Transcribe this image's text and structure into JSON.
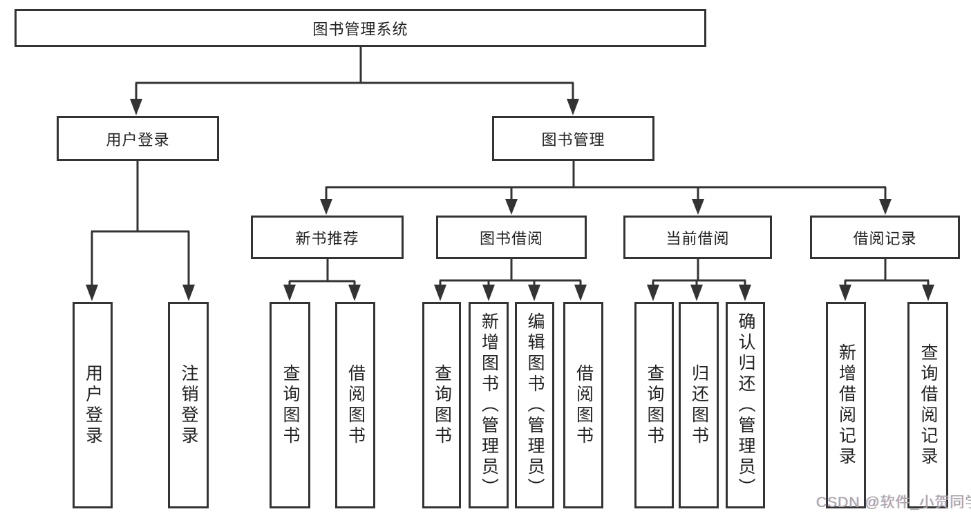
{
  "diagram": {
    "root": "图书管理系统",
    "branches": [
      {
        "label": "用户登录",
        "children": [
          "用户登录",
          "注销登录"
        ]
      },
      {
        "label": "图书管理",
        "sections": [
          {
            "label": "新书推荐",
            "children": [
              "查询图书",
              "借阅图书"
            ]
          },
          {
            "label": "图书借阅",
            "children": [
              "查询图书",
              "新增图书（管理员）",
              "编辑图书（管理员）",
              "借阅图书"
            ]
          },
          {
            "label": "当前借阅",
            "children": [
              "查询图书",
              "归还图书",
              "确认归还（管理员）"
            ]
          },
          {
            "label": "借阅记录",
            "children": [
              "新增借阅记录",
              "查询借阅记录"
            ]
          }
        ]
      }
    ]
  },
  "watermark": {
    "text": "CSDN @软件_小贺同学"
  },
  "colors": {
    "line": "#333333",
    "text": "#222222",
    "watermark": "#a5a5a5"
  }
}
